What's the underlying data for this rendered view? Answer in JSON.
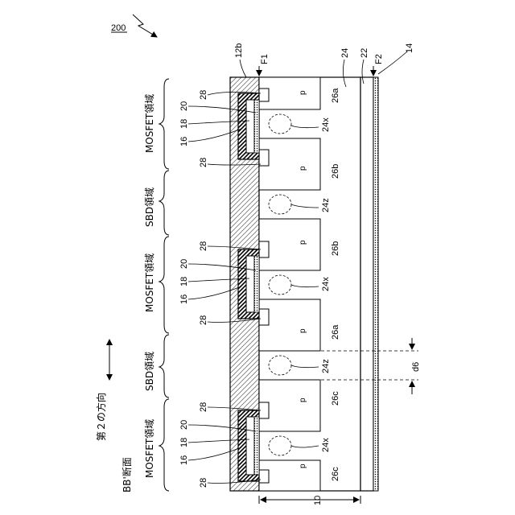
{
  "figure_number": "200",
  "section_label": "BB'断面",
  "direction_label": "第２の方向",
  "regions": [
    "MOSFET領域",
    "SBD領域",
    "MOSFET領域",
    "SBD領域",
    "MOSFET領域"
  ],
  "gate_labels": [
    "16",
    "18",
    "20"
  ],
  "layer_labels": {
    "l12b": "12b",
    "l24": "24",
    "l22": "22",
    "l14": "14",
    "f1": "F1",
    "f2": "F2",
    "d6": "d6",
    "ten": "10"
  },
  "source_label": "28",
  "p_label": "p",
  "wells": [
    "26a",
    "26b",
    "26b",
    "26a",
    "26c",
    "26c"
  ],
  "gaps": [
    "24x",
    "24z",
    "24x",
    "24z",
    "24x"
  ],
  "colors": {
    "stroke": "#000000",
    "background": "#ffffff"
  }
}
